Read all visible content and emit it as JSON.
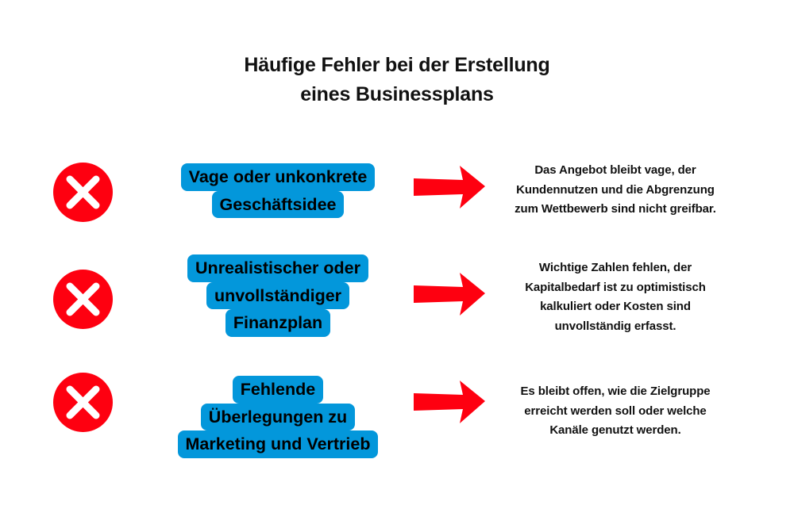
{
  "title": {
    "lines": [
      "Häufige Fehler bei der Erstellung",
      "eines Businessplans"
    ]
  },
  "colors": {
    "error_red": "#fe0010",
    "label_blue": "#0397db",
    "arrow_red": "#fe0010",
    "text": "#111111"
  },
  "rows": [
    {
      "icon": "x-circle-icon",
      "label_lines": [
        "Vage oder unkonkrete",
        "Geschäftsidee"
      ],
      "arrow": "arrow-right-icon",
      "description_lines": [
        "Das Angebot bleibt vage, der",
        "Kundennutzen und die Abgrenzung",
        "zum Wettbewerb sind nicht greifbar."
      ]
    },
    {
      "icon": "x-circle-icon",
      "label_lines": [
        "Unrealistischer oder",
        "unvollständiger",
        "Finanzplan"
      ],
      "arrow": "arrow-right-icon",
      "description_lines": [
        "Wichtige Zahlen fehlen, der",
        "Kapitalbedarf ist zu optimistisch",
        "kalkuliert oder Kosten sind",
        "unvollständig erfasst."
      ]
    },
    {
      "icon": "x-circle-icon",
      "label_lines": [
        "Fehlende",
        "Überlegungen zu",
        "Marketing und Vertrieb"
      ],
      "arrow": "arrow-right-icon",
      "description_lines": [
        "Es bleibt offen, wie die Zielgruppe",
        "erreicht werden soll oder welche",
        "Kanäle genutzt werden."
      ]
    }
  ]
}
